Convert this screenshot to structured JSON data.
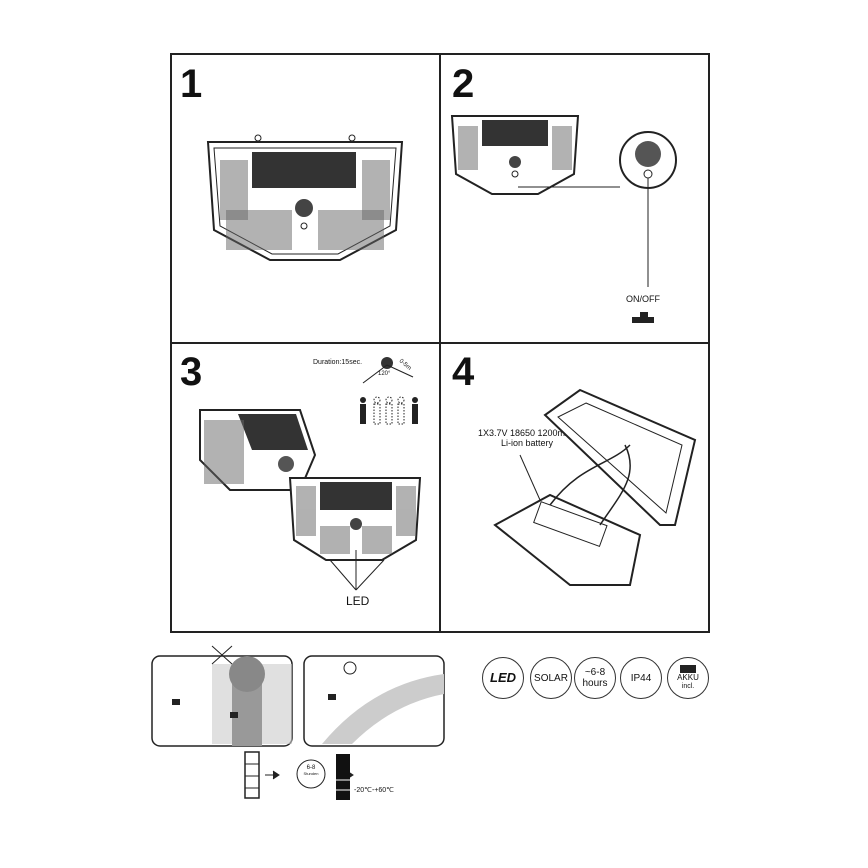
{
  "panels": [
    {
      "step": "1"
    },
    {
      "step": "2",
      "switch_label": "ON/OFF"
    },
    {
      "step": "3",
      "duration": "Duration:15sec.",
      "angle": "120°",
      "range": "0-5m",
      "led_label": "LED"
    },
    {
      "step": "4",
      "battery_line1": "1X3.7V 18650 1200mAh",
      "battery_line2": "Li-ion battery"
    }
  ],
  "badges": {
    "led": "LED",
    "solar": "SOLAR",
    "hours_line1": "~6-8",
    "hours_line2": "hours",
    "ip": "IP44",
    "akku_line1": "AKKU",
    "akku_line2": "incl."
  },
  "charging": {
    "sun_line1": "6-8",
    "sun_line2": "Stunden",
    "temperature": "-20℃-+60℃"
  }
}
